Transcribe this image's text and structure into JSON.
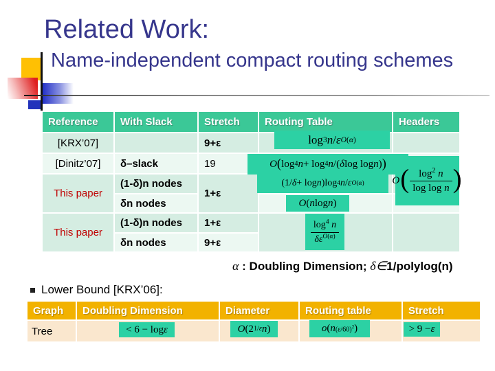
{
  "title": "Related Work:",
  "subtitle": "Name-independent compact routing schemes",
  "colors": {
    "title_text": "#36368C",
    "table1_header_bg": "#3BC897",
    "table1_row_light": "#D5EDE2",
    "table1_row_lighter": "#ECF8F2",
    "formula_box_bg": "#2CD1A4",
    "table2_header_bg": "#F2B200",
    "table2_row_bg": "#FAE7CE",
    "this_paper_red": "#C00000"
  },
  "table1": {
    "headers": [
      "Reference",
      "With Slack",
      "Stretch",
      "Routing Table",
      "Headers"
    ],
    "krx": {
      "ref": "[KRX’07]",
      "slack": "",
      "stretch": "9+ε"
    },
    "dinitz": {
      "ref": "[Dinitz’07]",
      "slack": "δ–slack",
      "stretch": "19"
    },
    "paper1": {
      "ref": "This paper",
      "slack_a": "(1-δ)n nodes",
      "slack_b": "δn nodes",
      "stretch": "1+ε"
    },
    "paper2": {
      "ref": "This paper",
      "slack_a": "(1-δ)n nodes",
      "slack_b": "δn nodes",
      "stretch_a": "1+ε",
      "stretch_b": "9+ε"
    },
    "formulas": {
      "krx_routing": "log<sup>3</sup> <i>n</i> / <i>ε</i><sup><i>O</i>(<i>α</i>)</sup>",
      "dinitz_routing": "<i>O</i><span class='bp1'>(</span>log<sup>4</sup> <i>n</i> + log<sup>4</sup> <i>n</i> /(<i>δ</i> log log <i>n</i>)<span class='bp1'>)</span>",
      "headers_mid": "<i>O</i><span class='bp'>(</span><span class='frac'><span class='nu'>log<sup>2</sup> <i>n</i></span><span class='de'>log log <i>n</i></span></span><span class='bp'>)</span>",
      "paper1_routing_a": "(1/<i>δ</i> + log <i>n</i>)log<sup>4</sup> <i>n</i> / <i>ε</i><sup><i>O</i>(<i>α</i>)</sup>",
      "paper1_routing_b": "<i>O</i>(<i>n</i> log <i>n</i>)",
      "paper2_routing": "<span class='frac'><span class='nu'>log<sup>4</sup> <i>n</i></span><span class='de'><i>δε</i><sup><i>O</i>(<i>α</i>)</sup></span></span>"
    }
  },
  "note_alpha": {
    "alpha": "α",
    "mid": " : Doubling Dimension; ",
    "delta": "δ∈",
    "tail": "1/polylog(n)"
  },
  "lower_bound": {
    "label": "Lower Bound [KRX’06]:"
  },
  "table2": {
    "headers": [
      "Graph",
      "Doubling Dimension",
      "Diameter",
      "Routing table",
      "Stretch"
    ],
    "row": {
      "graph": "Tree"
    },
    "formulas": {
      "doubling_dimension": "&lt; 6 − log <i>ε</i>",
      "diameter": "<i>O</i>(2<sup>1/<i>ε</i></sup> <i>n</i>)",
      "routing_table": "<i>o</i>(<i>n</i><sup>(<i>ε</i>/60)<sup>2</sup></sup>)",
      "stretch": "&gt; 9 − <i>ε</i>"
    }
  }
}
